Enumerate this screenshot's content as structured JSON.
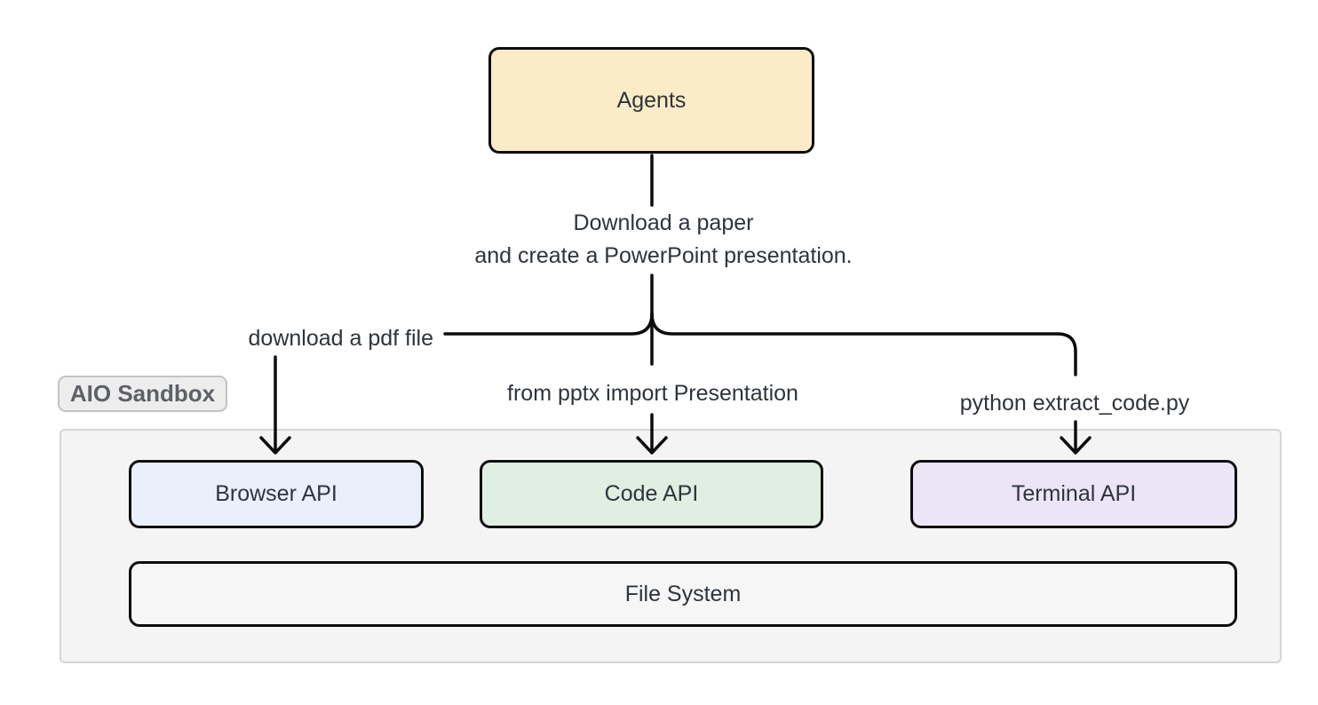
{
  "diagram": {
    "agents": {
      "label": "Agents",
      "fill": "#faecc7"
    },
    "task": {
      "line1": "Download a paper",
      "line2": "and create a PowerPoint presentation."
    },
    "branch_labels": {
      "browser": "download a pdf file",
      "code": "from pptx import Presentation",
      "terminal": "python extract_code.py"
    },
    "sandbox": {
      "label": "AIO Sandbox",
      "boxes": [
        {
          "id": "browser-api",
          "label": "Browser API",
          "fill": "#eaf0fb"
        },
        {
          "id": "code-api",
          "label": "Code API",
          "fill": "#dff0e3"
        },
        {
          "id": "terminal-api",
          "label": "Terminal API",
          "fill": "#ece5f8"
        }
      ],
      "file_system": {
        "label": "File System",
        "fill": "#f6f6f6"
      }
    },
    "colors": {
      "line_stroke": "#0c0c0c",
      "box_border": "#0c0c0c",
      "text": "#2e343b",
      "sandbox_bg": "#f4f4f5",
      "sandbox_border": "#d5d5d8",
      "sandbox_label_bg": "#ededed",
      "sandbox_label_border": "#c3c3c6",
      "sandbox_label_text": "#5d6167",
      "page_bg": "#ffffff"
    }
  }
}
